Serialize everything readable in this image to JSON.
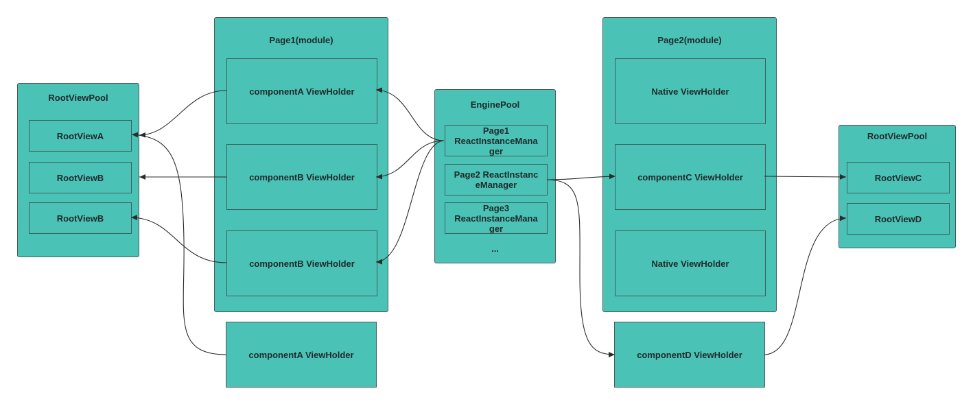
{
  "left_pool": {
    "title": "RootViewPool",
    "items": [
      "RootViewA",
      "RootViewB",
      "RootViewB"
    ]
  },
  "page1": {
    "title": "Page1(module)",
    "items": [
      "componentA ViewHolder",
      "componentB ViewHolder",
      "componentB ViewHolder"
    ]
  },
  "page1_extra": "componentA ViewHolder",
  "engine_pool": {
    "title": "EnginePool",
    "items": [
      "Page1 ReactInstanceMana ger",
      "Page2 ReactInstanc eManager",
      "Page3 ReactInstanceMana ger"
    ],
    "more": "..."
  },
  "page2": {
    "title": "Page2(module)",
    "items": [
      "Native ViewHolder",
      "componentC ViewHolder",
      "Native ViewHolder"
    ]
  },
  "page2_extra": "componentD ViewHolder",
  "right_pool": {
    "title": "RootViewPool",
    "items": [
      "RootViewC",
      "RootViewD"
    ]
  },
  "colors": {
    "fill": "#4bc2b6",
    "border": "#3e5f5b",
    "edge": "#2b2b2b"
  }
}
